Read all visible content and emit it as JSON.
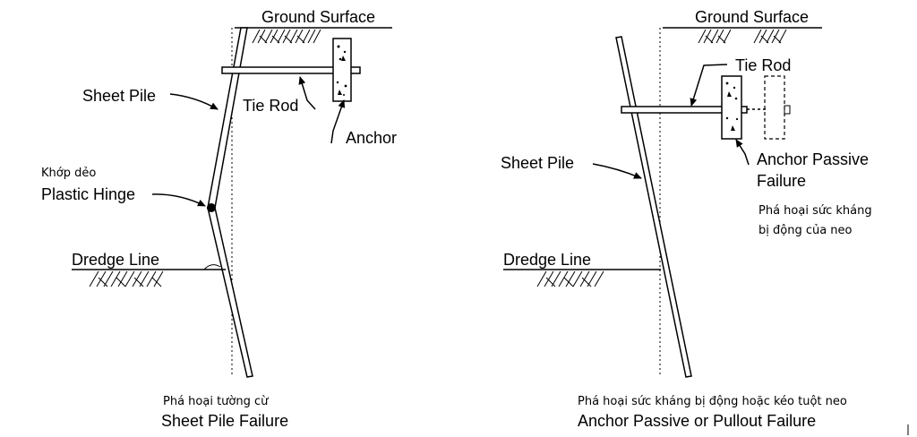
{
  "left": {
    "ground_surface": "Ground Surface",
    "sheet_pile": "Sheet Pile",
    "tie_rod": "Tie Rod",
    "anchor": "Anchor",
    "plastic_hinge_vi": "Khớp dẻo",
    "plastic_hinge": "Plastic Hinge",
    "dredge_line": "Dredge Line",
    "caption_vi": "Phá hoại tường cừ",
    "caption": "Sheet Pile Failure"
  },
  "right": {
    "ground_surface": "Ground Surface",
    "tie_rod": "Tie Rod",
    "anchor_passive_line1": "Anchor Passive",
    "anchor_passive_line2": "Failure",
    "anchor_passive_vi_line1": "Phá hoại sức kháng",
    "anchor_passive_vi_line2": "bị động của neo",
    "sheet_pile": "Sheet Pile",
    "dredge_line": "Dredge Line",
    "caption_vi": "Phá hoại sức kháng bị động hoặc kéo tuột neo",
    "caption": "Anchor Passive or Pullout Failure"
  }
}
